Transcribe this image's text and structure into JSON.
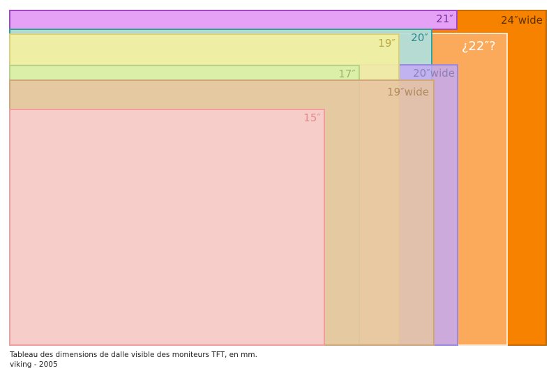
{
  "diagram": {
    "monitors": [
      {
        "id": "m24w",
        "label": "24″wide",
        "fill": "#f78200",
        "stroke": "#c96a00",
        "text_color": "#5a3300"
      },
      {
        "id": "m21",
        "label": "21″",
        "fill": "#e5a1f5",
        "stroke": "#a348c4",
        "text_color": "#7a2d99"
      },
      {
        "id": "m22",
        "label": "¿22″?",
        "fill": "#fbb06a",
        "stroke": "#fde6cf",
        "text_color": "#ffffff"
      },
      {
        "id": "m20",
        "label": "20″",
        "fill": "#aee0e0",
        "stroke": "#2ea29b",
        "text_color": "#2a8a8a"
      },
      {
        "id": "m20w",
        "label": "20″wide",
        "fill": "#c3abf3",
        "stroke": "#9b88e0",
        "text_color": "#8a80b8"
      },
      {
        "id": "m19",
        "label": "19″",
        "fill": "#f5f0a0",
        "stroke": "#d9d07a",
        "text_color": "#b8a840"
      },
      {
        "id": "m17",
        "label": "17″",
        "fill": "#d9f0a8",
        "stroke": "#b5d486",
        "text_color": "#98b864"
      },
      {
        "id": "m19w",
        "label": "19″wide",
        "fill": "#e6c3a0",
        "stroke": "#cfa87a",
        "text_color": "#b08a5a"
      },
      {
        "id": "m15",
        "label": "15″",
        "fill": "#f8cccc",
        "stroke": "#ef9d9d",
        "text_color": "#e38a8a"
      }
    ]
  },
  "caption": {
    "line1": "Tableau des dimensions de dalle visible des moniteurs TFT, en mm.",
    "line2": "viking - 2005"
  }
}
